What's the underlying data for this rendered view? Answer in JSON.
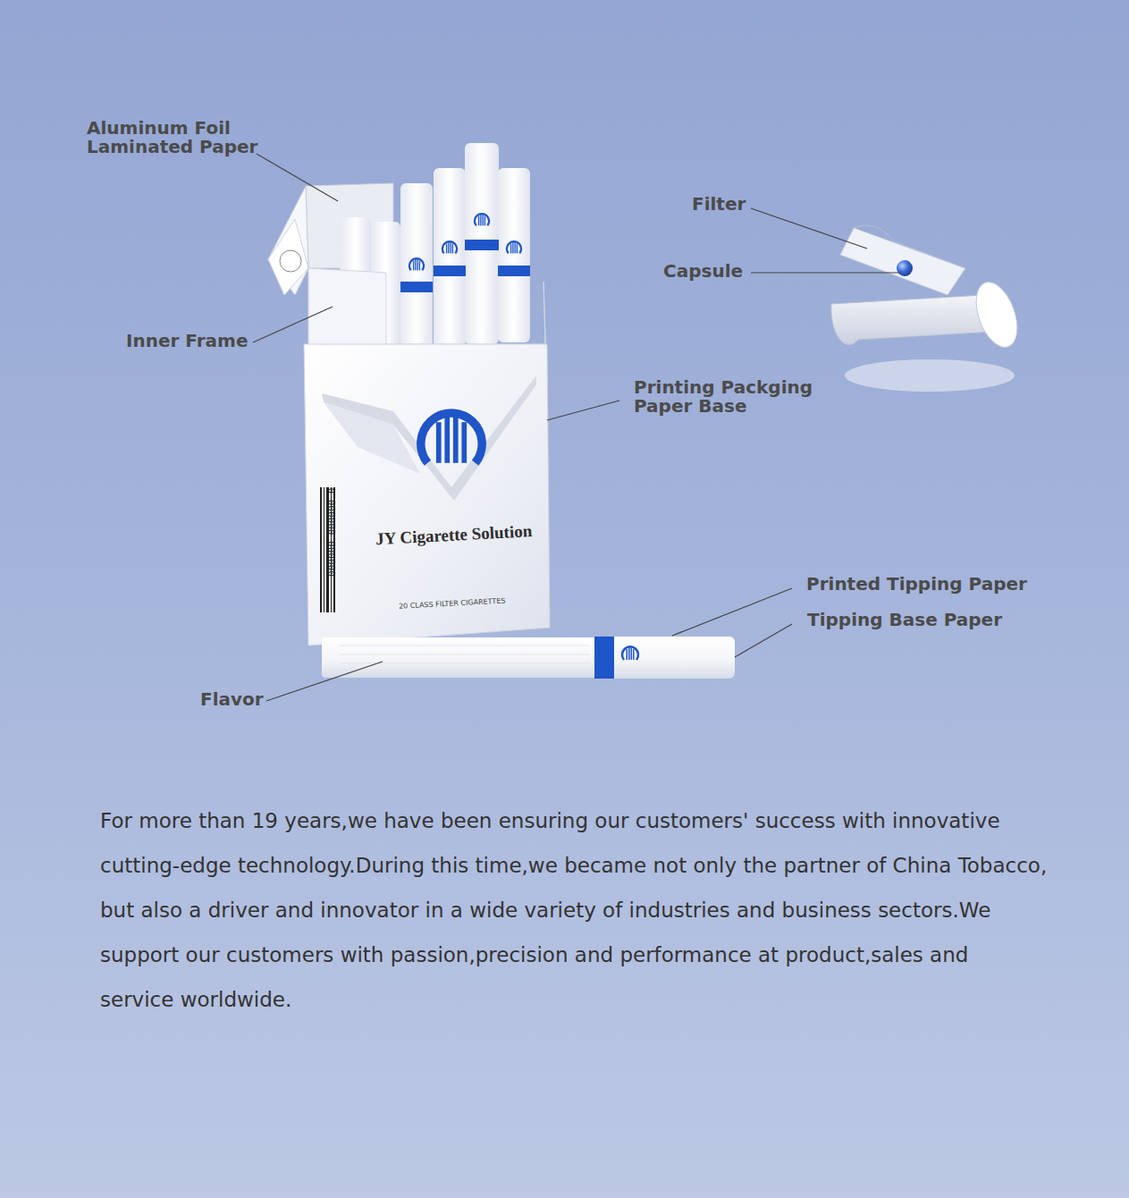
{
  "diagram": {
    "caption": "For more than 19 years,we have been ensuring our customers' success with innovative cutting-edge technology.During this time,we became not only the partner of China Tobacco, but also a driver and innovator in a wide variety of industries and business sectors.We support our customers with passion,precision and performance at product,sales and service worldwide.",
    "labels": [
      "Aluminum Foil Laminated Paper",
      "Filter",
      "Capsule",
      "Inner Frame",
      "Printing Packging Paper Base",
      "Printed Tipping Paper",
      "Tipping Base Paper",
      "Flavor",
      "JY Cigarette Solution",
      "20 CLASS FILTER CIGARETTES",
      "0 000000 000000"
    ]
  }
}
